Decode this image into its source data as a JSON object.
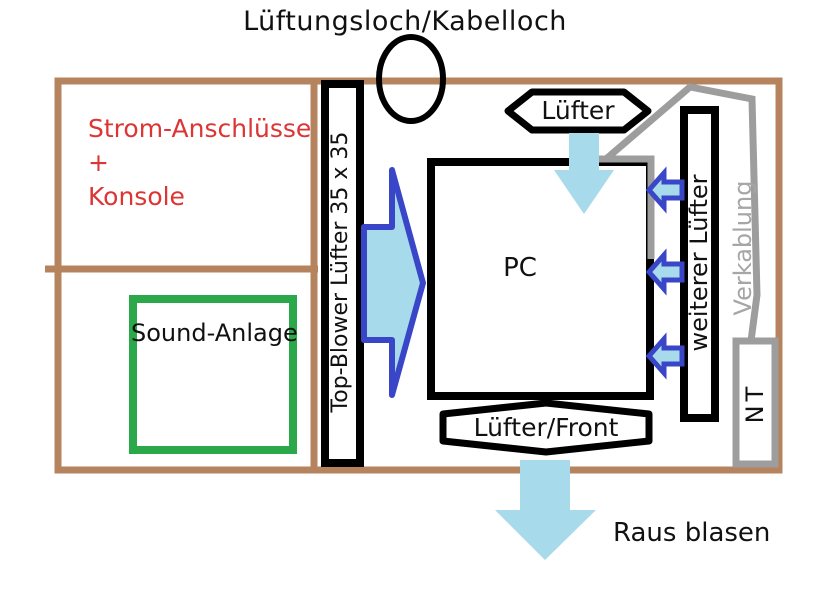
{
  "title": "Lüftungsloch/Kabelloch",
  "labels": {
    "power_line1": "Strom-Anschlüsse",
    "power_line2": "+",
    "power_line3": "Konsole",
    "sound_box": "Sound-Anlage",
    "top_blower_fan": "Top-Blower Lüfter 35 x 35",
    "pc": "PC",
    "fan_top": "Lüfter",
    "fan_front": "Lüfter/Front",
    "additional_fan": "weiterer Lüfter",
    "cabling": "Verkablung",
    "psu": "NT",
    "blow_out": "Raus blasen"
  },
  "colors": {
    "case_brown": "#B5845E",
    "red": "#DD3434",
    "green": "#2BA84A",
    "gray_line": "#9D9D9D",
    "graytext": "#A6A6A6",
    "arrow_blue_border": "#3A46C8",
    "arrow_light_blue": "#A7DAEA",
    "black": "#000000"
  }
}
